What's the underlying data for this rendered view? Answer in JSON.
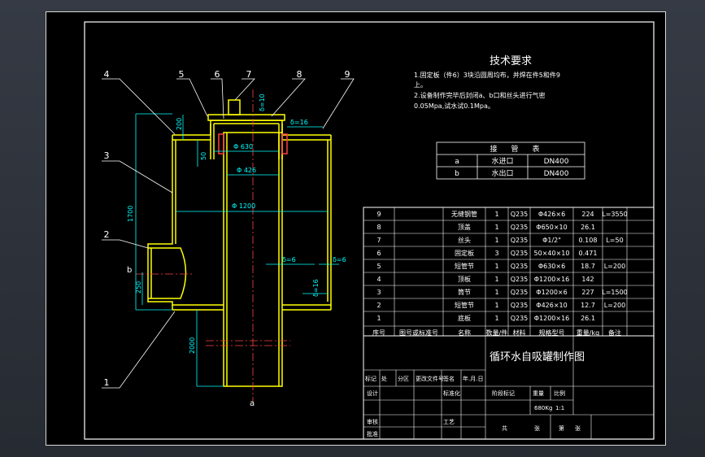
{
  "colors": {
    "bg": "#000000",
    "frame": "#ffffff",
    "outline": "#ffff00",
    "dim": "#00ffff",
    "fill": "#ff4040",
    "leader": "#ffffff"
  },
  "tech": {
    "title": "技术要求",
    "line1": "1.固定板（件6）3块沿圆周均布，并焊在件5和件9",
    "line2": "上。",
    "line3": "2.设备制作完毕后封闭a、b口和丝头进行气密",
    "line4": "0.05Mpa,试水试0.1Mpa。"
  },
  "nozzle": {
    "header": [
      "接",
      "管",
      "表"
    ],
    "rows": [
      [
        "a",
        "水进口",
        "DN400"
      ],
      [
        "b",
        "水出口",
        "DN400"
      ]
    ]
  },
  "callouts": [
    "4",
    "5",
    "6",
    "7",
    "8",
    "9",
    "3",
    "2",
    "1"
  ],
  "dims": {
    "d1": "δ=10",
    "d2": "δ=16",
    "d3": "200",
    "d4": "50",
    "d5": "Φ 630",
    "d6": "Φ 426",
    "d7": "Φ 1200",
    "d8": "1700",
    "d9": "250",
    "d10": "δ=6",
    "d11": "δ=6",
    "d12": "δ=16",
    "d13": "2000"
  },
  "port_labels": {
    "a": "a",
    "b": "b"
  },
  "bom": {
    "rows": [
      [
        "9",
        "",
        "无缝钢管",
        "1",
        "Q235",
        "Φ426×6",
        "224",
        "L=3550"
      ],
      [
        "8",
        "",
        "顶盖",
        "1",
        "Q235",
        "Φ650×10",
        "26.1",
        ""
      ],
      [
        "7",
        "",
        "丝头",
        "1",
        "Q235",
        "Φ1/2\"",
        "0.108",
        "L=50"
      ],
      [
        "6",
        "",
        "固定板",
        "3",
        "Q235",
        "50×40×10",
        "0.471",
        ""
      ],
      [
        "5",
        "",
        "短管节",
        "1",
        "Q235",
        "Φ630×6",
        "18.7",
        "L=200"
      ],
      [
        "4",
        "",
        "顶板",
        "1",
        "Q235",
        "Φ1200×16",
        "142",
        ""
      ],
      [
        "3",
        "",
        "筒节",
        "1",
        "Q235",
        "Φ1200×6",
        "227",
        "L=1500"
      ],
      [
        "2",
        "",
        "短管节",
        "1",
        "Q235",
        "Φ426×10",
        "12.7",
        "L=200"
      ],
      [
        "1",
        "",
        "底板",
        "1",
        "Q235",
        "Φ1200×16",
        "26.1",
        ""
      ]
    ],
    "header": [
      "序号",
      "图号或标准号",
      "名称",
      "数量/件",
      "材料",
      "规格型号",
      "重量/kg",
      "备注"
    ]
  },
  "title_block": {
    "drawing_title": "循环水自吸罐制作图",
    "cells": [
      "标记",
      "处",
      "分区",
      "更改文件号",
      "签名",
      "年.月.日",
      "设计",
      "标准化",
      "阶段标记",
      "重量",
      "比例",
      "审核",
      "工艺",
      "批准",
      "共",
      "张",
      "第",
      "张"
    ],
    "scale_val": "1:1",
    "weight_val": "680Kg"
  }
}
